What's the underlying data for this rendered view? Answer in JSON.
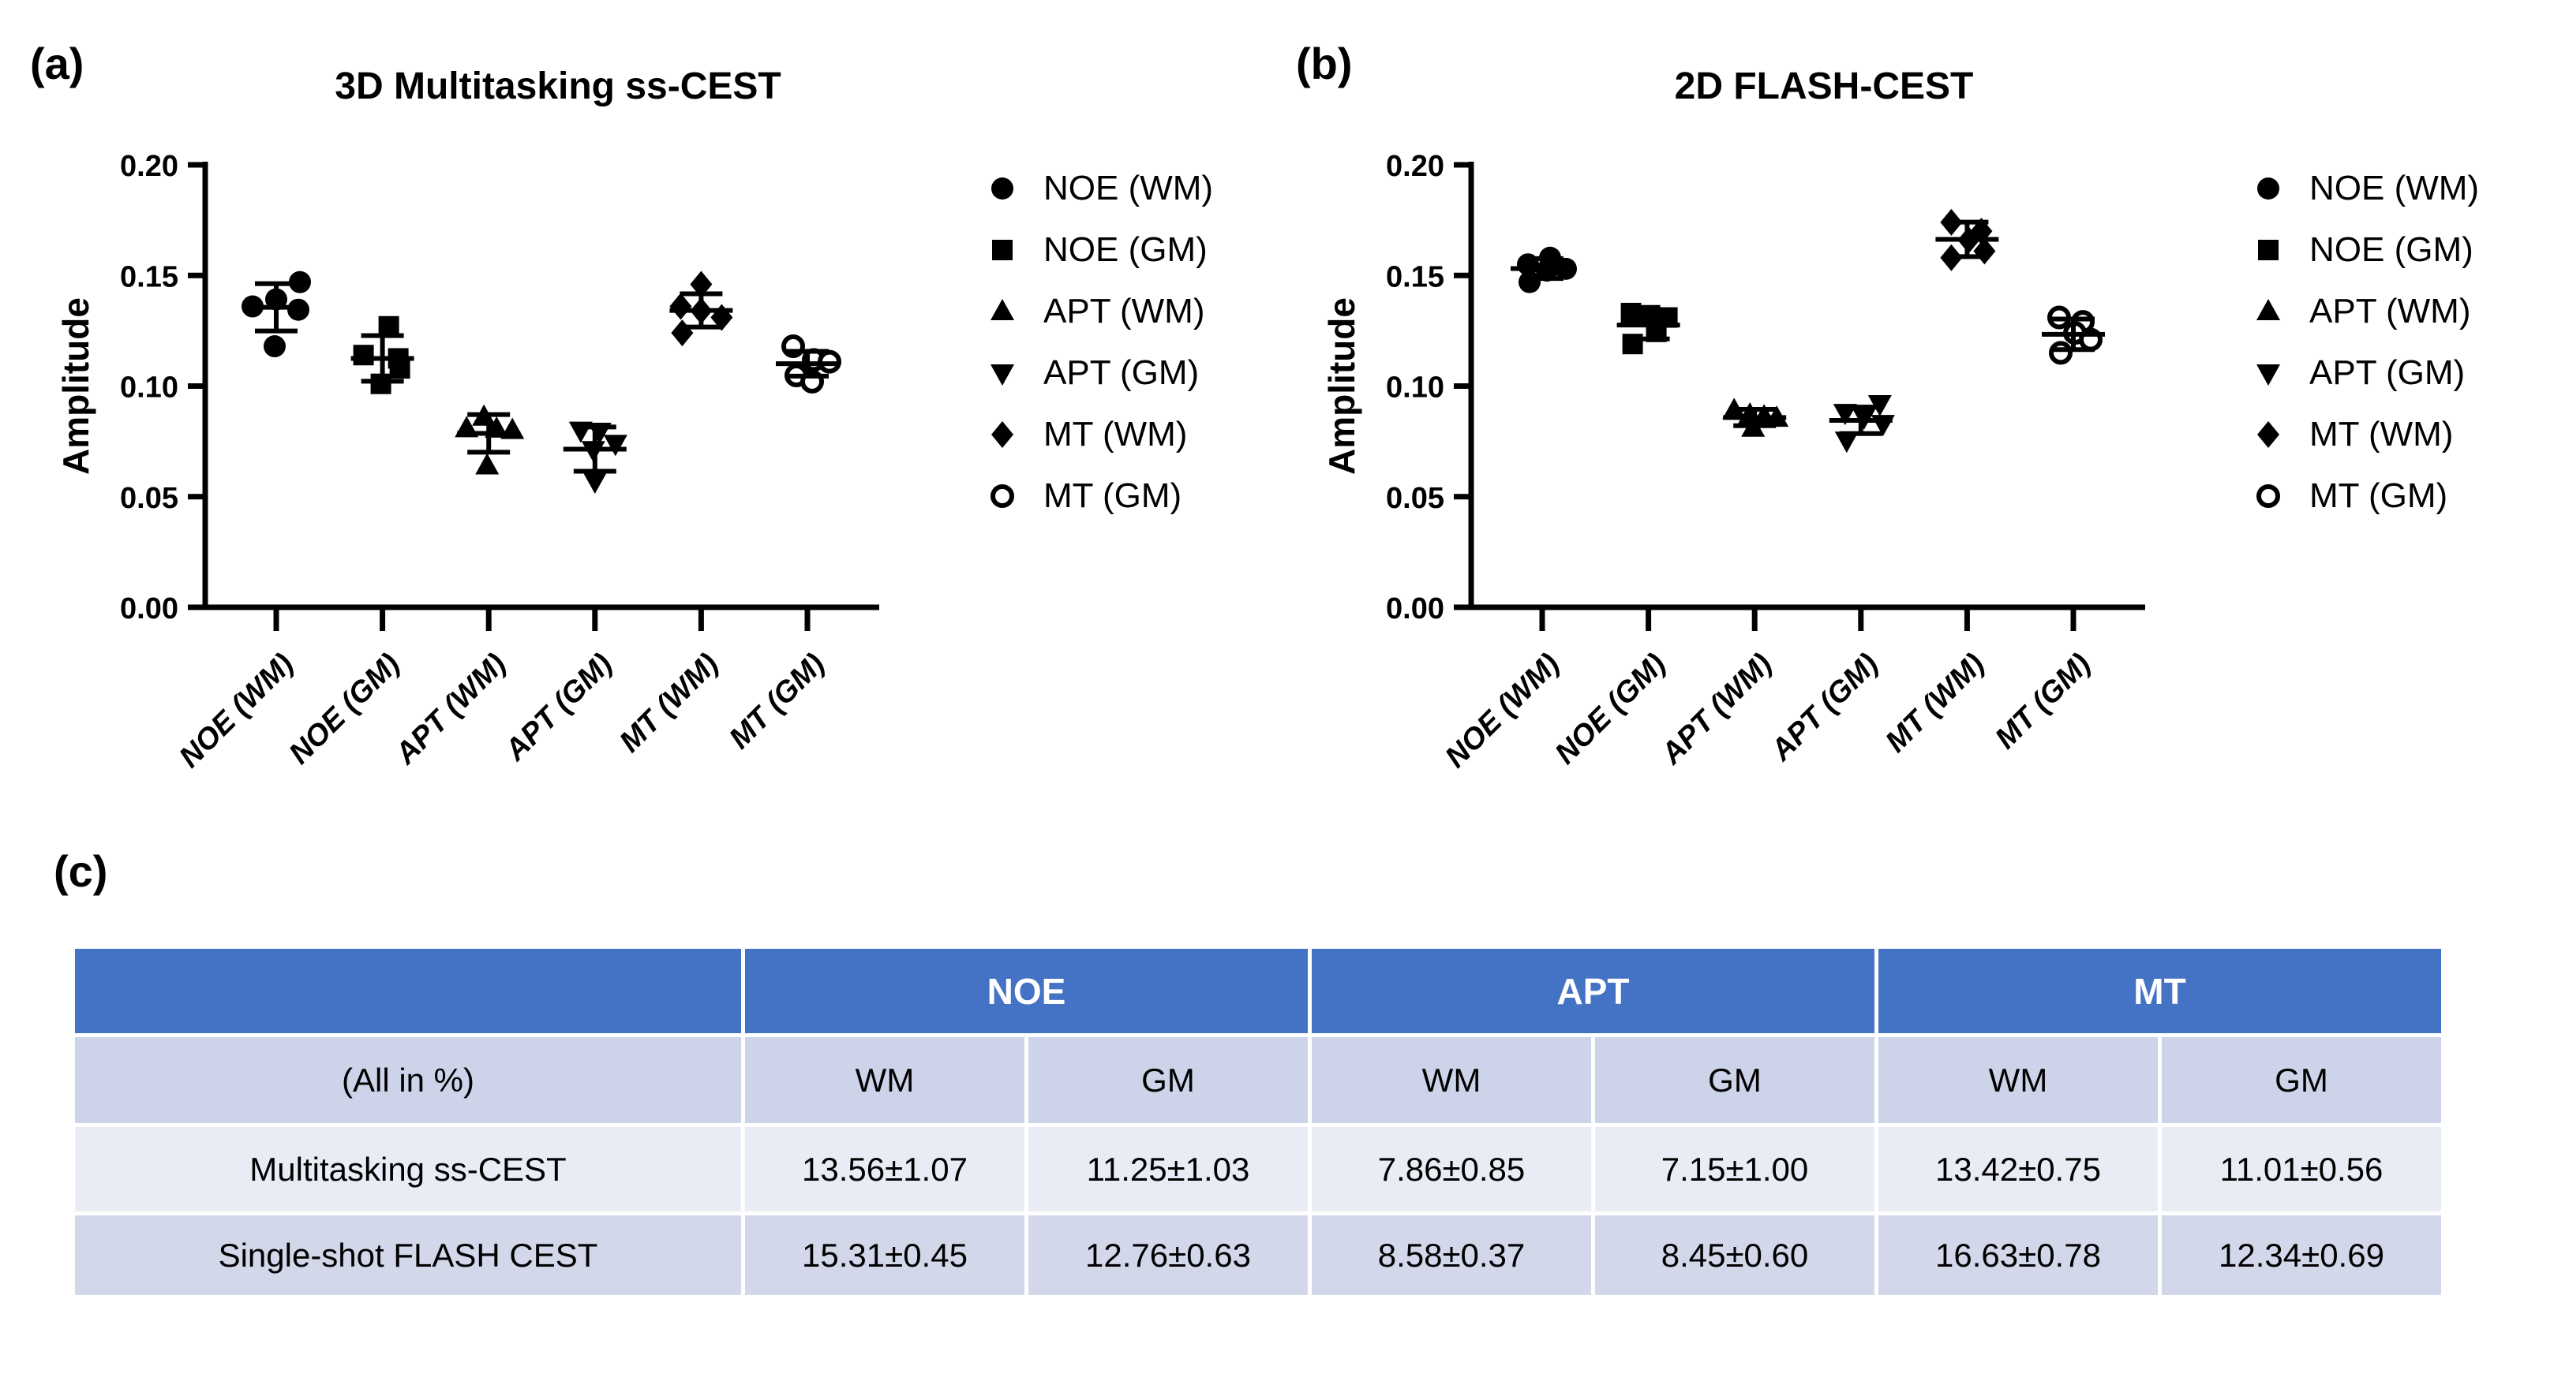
{
  "chart_data": [
    {
      "type": "scatter",
      "panel_label": "(a)",
      "title": "3D Multitasking ss-CEST",
      "ylabel": "Amplitude",
      "xlabel": "",
      "ylim": [
        0,
        0.2
      ],
      "yticks": [
        0.0,
        0.05,
        0.1,
        0.15,
        0.2
      ],
      "grid": false,
      "legend_position": "right",
      "marker_color": "#000000",
      "error_bar_style": "mean±SD",
      "categories": [
        "NOE (WM)",
        "NOE (GM)",
        "APT (WM)",
        "APT (GM)",
        "MT (WM)",
        "MT (GM)"
      ],
      "series": [
        {
          "name": "NOE (WM)",
          "symbol": "filled-circle",
          "mean": 0.1356,
          "sd": 0.0107,
          "points": [
            [
              30,
              0.147
            ],
            [
              0,
              0.1392
            ],
            [
              -30,
              0.136
            ],
            [
              28,
              0.1345
            ],
            [
              -2,
              0.118
            ]
          ]
        },
        {
          "name": "NOE (GM)",
          "symbol": "filled-square",
          "mean": 0.1125,
          "sd": 0.0103,
          "points": [
            [
              8,
              0.127
            ],
            [
              -24,
              0.114
            ],
            [
              20,
              0.1125
            ],
            [
              22,
              0.108
            ],
            [
              -2,
              0.101
            ]
          ]
        },
        {
          "name": "APT (WM)",
          "symbol": "triangle-up",
          "mean": 0.0786,
          "sd": 0.0085,
          "points": [
            [
              -6,
              0.086
            ],
            [
              -28,
              0.0808
            ],
            [
              10,
              0.0806
            ],
            [
              30,
              0.08
            ],
            [
              -2,
              0.064
            ]
          ]
        },
        {
          "name": "APT (GM)",
          "symbol": "triangle-down",
          "mean": 0.0715,
          "sd": 0.01,
          "points": [
            [
              -18,
              0.08
            ],
            [
              6,
              0.0795
            ],
            [
              26,
              0.074
            ],
            [
              -2,
              0.0712
            ],
            [
              0,
              0.057
            ]
          ]
        },
        {
          "name": "MT (WM)",
          "symbol": "filled-diamond",
          "mean": 0.1342,
          "sd": 0.0075,
          "points": [
            [
              0,
              0.146
            ],
            [
              -26,
              0.136
            ],
            [
              0,
              0.134
            ],
            [
              26,
              0.131
            ],
            [
              -24,
              0.124
            ]
          ]
        },
        {
          "name": "MT (GM)",
          "symbol": "open-circle",
          "mean": 0.1101,
          "sd": 0.0056,
          "points": [
            [
              -18,
              0.118
            ],
            [
              8,
              0.1118
            ],
            [
              28,
              0.111
            ],
            [
              -14,
              0.1048
            ],
            [
              6,
              0.102
            ]
          ]
        }
      ]
    },
    {
      "type": "scatter",
      "panel_label": "(b)",
      "title": "2D FLASH-CEST",
      "ylabel": "Amplitude",
      "xlabel": "",
      "ylim": [
        0,
        0.2
      ],
      "yticks": [
        0.0,
        0.05,
        0.1,
        0.15,
        0.2
      ],
      "grid": false,
      "legend_position": "right",
      "marker_color": "#000000",
      "error_bar_style": "mean±SD",
      "categories": [
        "NOE (WM)",
        "NOE (GM)",
        "APT (WM)",
        "APT (GM)",
        "MT (WM)",
        "MT (GM)"
      ],
      "series": [
        {
          "name": "NOE (WM)",
          "symbol": "filled-circle",
          "mean": 0.1531,
          "sd": 0.0045,
          "points": [
            [
              10,
              0.158
            ],
            [
              -18,
              0.155
            ],
            [
              30,
              0.153
            ],
            [
              6,
              0.1522
            ],
            [
              -16,
              0.147
            ]
          ]
        },
        {
          "name": "NOE (GM)",
          "symbol": "filled-square",
          "mean": 0.1276,
          "sd": 0.0063,
          "points": [
            [
              -22,
              0.133
            ],
            [
              2,
              0.132
            ],
            [
              24,
              0.131
            ],
            [
              10,
              0.1245
            ],
            [
              -20,
              0.119
            ]
          ]
        },
        {
          "name": "APT (WM)",
          "symbol": "triangle-up",
          "mean": 0.0858,
          "sd": 0.0037,
          "points": [
            [
              -26,
              0.089
            ],
            [
              -6,
              0.087
            ],
            [
              12,
              0.0862
            ],
            [
              28,
              0.0855
            ],
            [
              -2,
              0.081
            ]
          ]
        },
        {
          "name": "APT (GM)",
          "symbol": "triangle-down",
          "mean": 0.0845,
          "sd": 0.006,
          "points": [
            [
              24,
              0.092
            ],
            [
              -20,
              0.088
            ],
            [
              4,
              0.086
            ],
            [
              28,
              0.083
            ],
            [
              -18,
              0.0755
            ]
          ]
        },
        {
          "name": "MT (WM)",
          "symbol": "filled-diamond",
          "mean": 0.1663,
          "sd": 0.0078,
          "points": [
            [
              -20,
              0.174
            ],
            [
              18,
              0.17
            ],
            [
              2,
              0.166
            ],
            [
              22,
              0.161
            ],
            [
              -20,
              0.158
            ]
          ]
        },
        {
          "name": "MT (GM)",
          "symbol": "open-circle",
          "mean": 0.1234,
          "sd": 0.0069,
          "points": [
            [
              -18,
              0.131
            ],
            [
              12,
              0.129
            ],
            [
              2,
              0.124
            ],
            [
              22,
              0.121
            ],
            [
              -16,
              0.115
            ]
          ]
        }
      ]
    }
  ],
  "table": {
    "panel_label": "(c)",
    "unit_note": "(All in %)",
    "group_headers": [
      "NOE",
      "APT",
      "MT"
    ],
    "sub_headers": [
      "WM",
      "GM",
      "WM",
      "GM",
      "WM",
      "GM"
    ],
    "rows": [
      {
        "label": "Multitasking ss-CEST",
        "values": [
          "13.56±1.07",
          "11.25±1.03",
          "7.86±0.85",
          "7.15±1.00",
          "13.42±0.75",
          "11.01±0.56"
        ]
      },
      {
        "label": "Single-shot FLASH CEST",
        "values": [
          "15.31±0.45",
          "12.76±0.63",
          "8.58±0.37",
          "8.45±0.60",
          "16.63±0.78",
          "12.34±0.69"
        ]
      }
    ],
    "colors": {
      "header_bg": "#4472C4",
      "header_text": "#FFFFFF",
      "subheader_bg": "#CDD3E8",
      "row1_bg": "#E9EBF5",
      "row2_bg": "#D2D7EA",
      "body_text": "#000000"
    }
  }
}
